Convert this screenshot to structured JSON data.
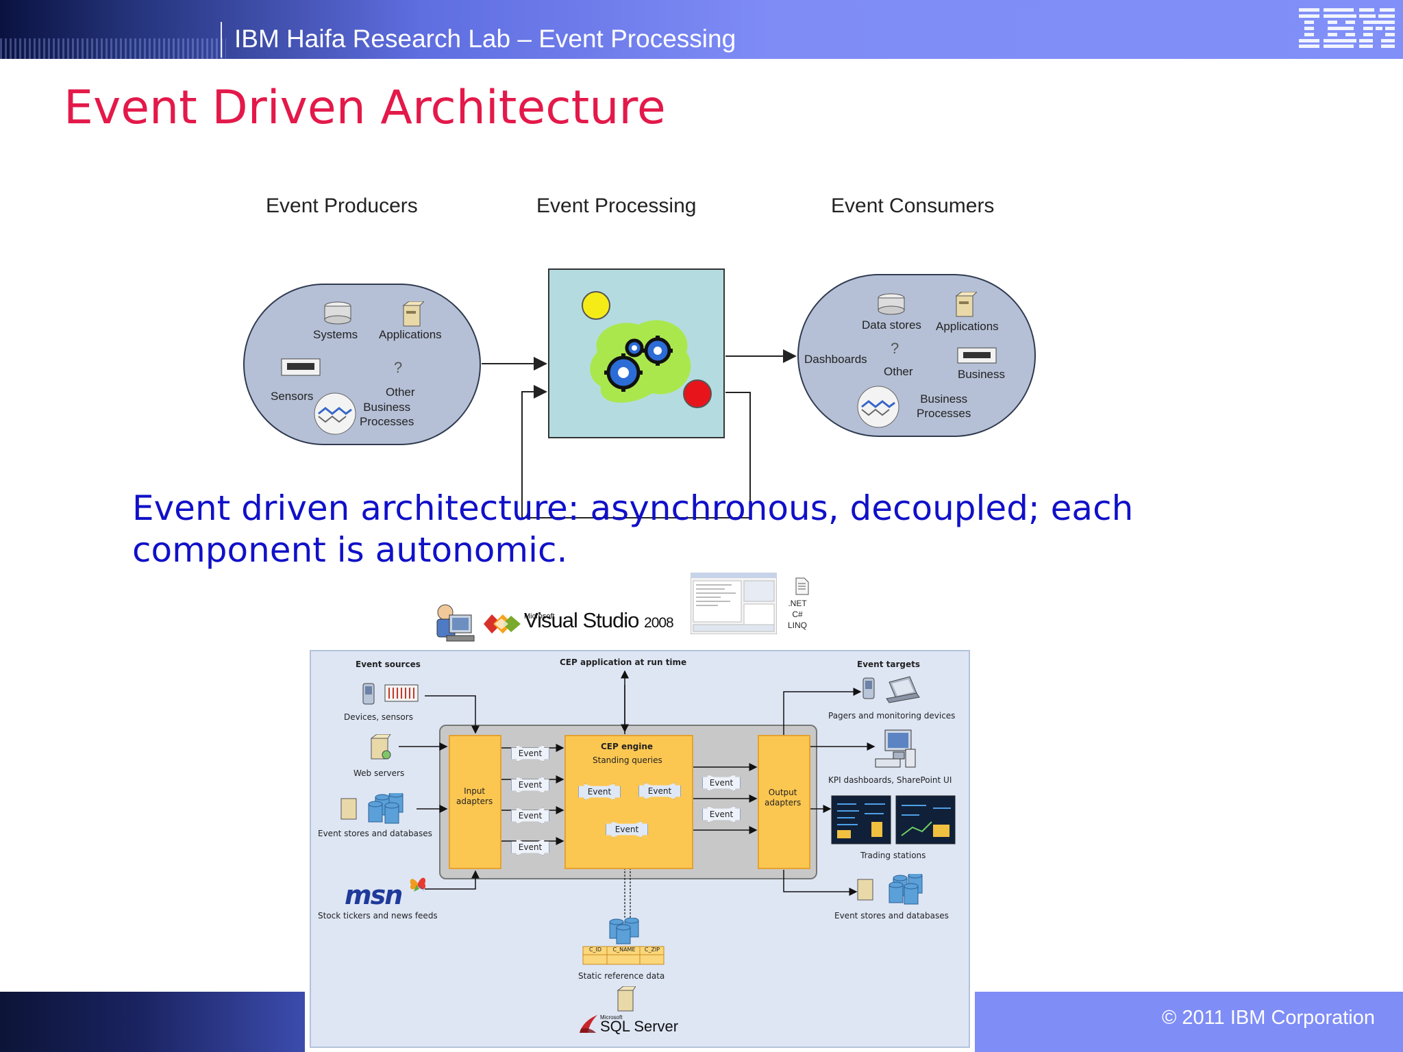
{
  "header": {
    "title": "IBM Haifa Research Lab – Event Processing",
    "logo_text": "IBM"
  },
  "page_title": "Event Driven Architecture",
  "eda_diagram": {
    "column_headers": [
      "Event Producers",
      "Event Processing",
      "Event Consumers"
    ],
    "producers": {
      "systems": "Systems",
      "applications": "Applications",
      "sensors": "Sensors",
      "other": "Other",
      "business_processes": "Business\nProcesses"
    },
    "consumers": {
      "data_stores": "Data stores",
      "applications": "Applications",
      "dashboards": "Dashboards",
      "other": "Other",
      "business": "Business",
      "business_processes": "Business\nProcesses"
    }
  },
  "body_text": "Event driven architecture: asynchronous, decoupled; each component is autonomic.",
  "visual_studio": {
    "brand_small": "Microsoft",
    "brand": "Visual Studio",
    "year": "2008",
    "langs": ".NET\nC#\nLINQ"
  },
  "cep_diagram": {
    "event_sources_title": "Event sources",
    "runtime_title": "CEP application at run time",
    "event_targets_title": "Event targets",
    "sources": [
      "Devices, sensors",
      "Web servers",
      "Event stores and databases",
      "Stock tickers and news feeds"
    ],
    "targets": [
      "Pagers and monitoring devices",
      "KPI dashboards, SharePoint UI",
      "Trading stations",
      "Event stores and databases"
    ],
    "input_adapters": "Input\nadapters",
    "output_adapters": "Output\nadapters",
    "engine_title": "CEP engine",
    "engine_sub": "Standing queries",
    "event_label": "Event",
    "static_ref": "Static reference data",
    "table_cols": [
      "C_ID",
      "C_NAME",
      "C_ZIP"
    ],
    "msn": "msn",
    "sql_small": "Microsoft",
    "sql": "SQL Server"
  },
  "footer": {
    "copyright": "© 2011 IBM Corporation"
  },
  "colors": {
    "title": "#e3194a",
    "body_text": "#1010c8",
    "header": "#7f8cf6",
    "adapter": "#fcc751"
  }
}
